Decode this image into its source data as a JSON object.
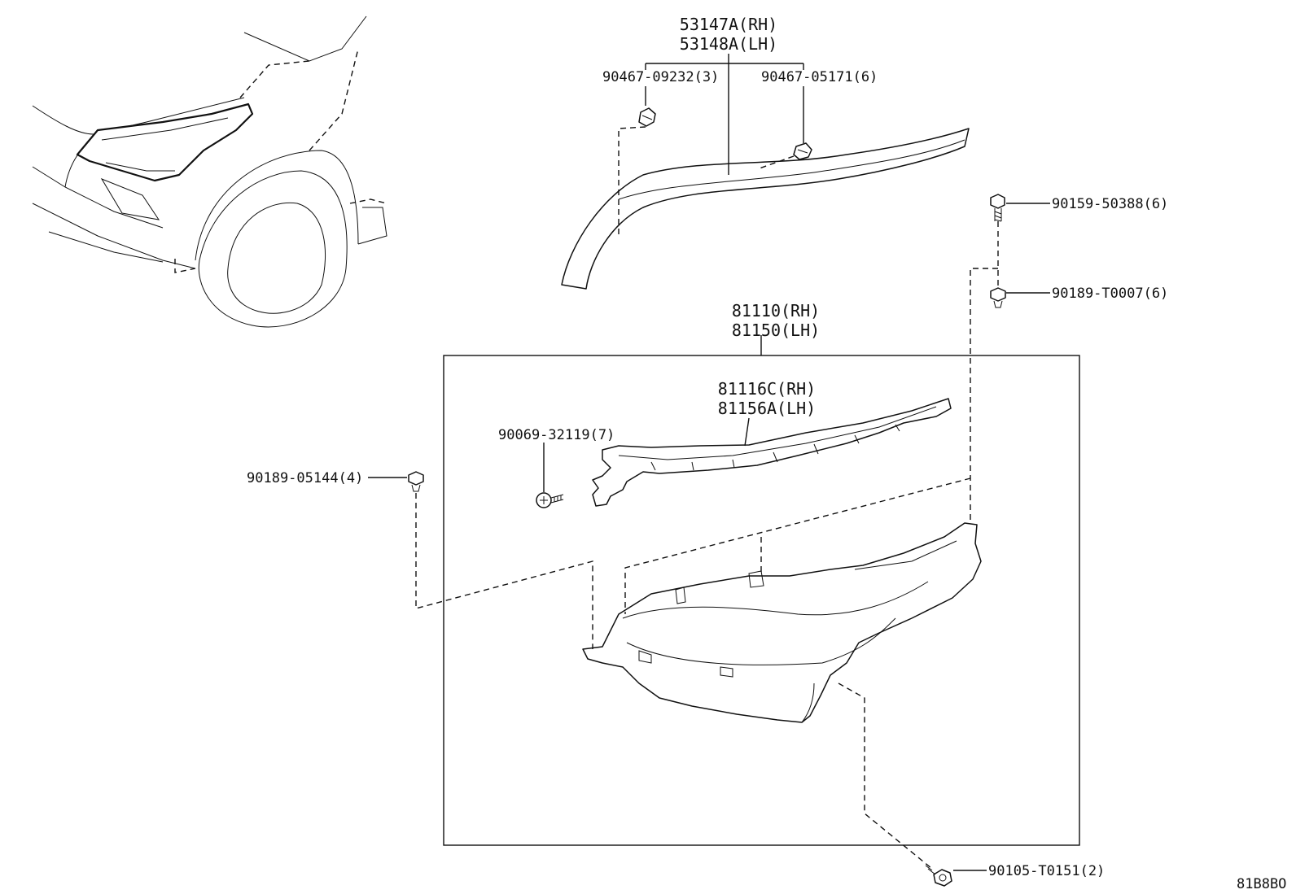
{
  "labels": {
    "trim_rh": "53147A(RH)",
    "trim_lh": "53148A(LH)",
    "clip_a": "90467-09232(3)",
    "clip_b": "90467-05171(6)",
    "bolt_top": "90159-50388(6)",
    "nut_top": "90189-T0007(6)",
    "headlamp_rh": "81110(RH)",
    "headlamp_lh": "81150(LH)",
    "bracket_rh": "81116C(RH)",
    "bracket_lh": "81156A(LH)",
    "screw": "90069-32119(7)",
    "nut_left": "90189-05144(4)",
    "bolt_bottom": "90105-T0151(2)",
    "diagram_code": "81B8BO"
  }
}
